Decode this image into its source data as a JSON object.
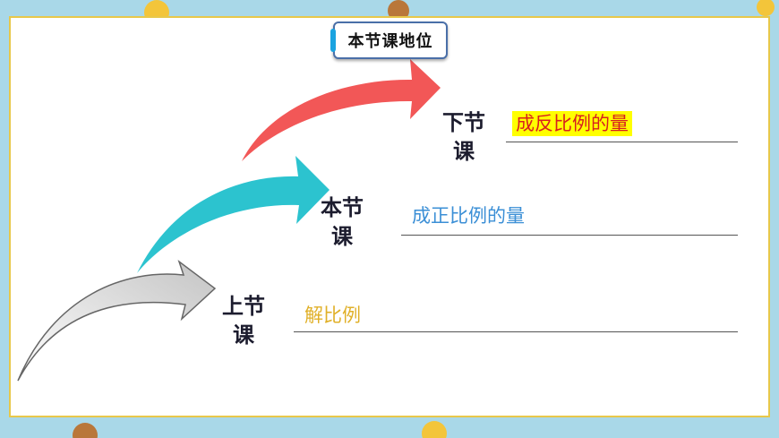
{
  "slide": {
    "title": "本节课地位"
  },
  "stages": [
    {
      "label": "上节课",
      "topic": "解比例"
    },
    {
      "label": "本节课",
      "topic": "成正比例的量"
    },
    {
      "label": "下节课",
      "topic": "成反比例的量"
    }
  ],
  "colors": {
    "arrow_previous": "#cfcfcf",
    "arrow_current": "#2cc3cf",
    "arrow_next": "#f25757",
    "topic_previous": "#e0b028",
    "topic_current": "#3b8fd6",
    "topic_next": "#d8201e",
    "topic_next_highlight": "#ffff00",
    "frame_border": "#e8c84a"
  }
}
